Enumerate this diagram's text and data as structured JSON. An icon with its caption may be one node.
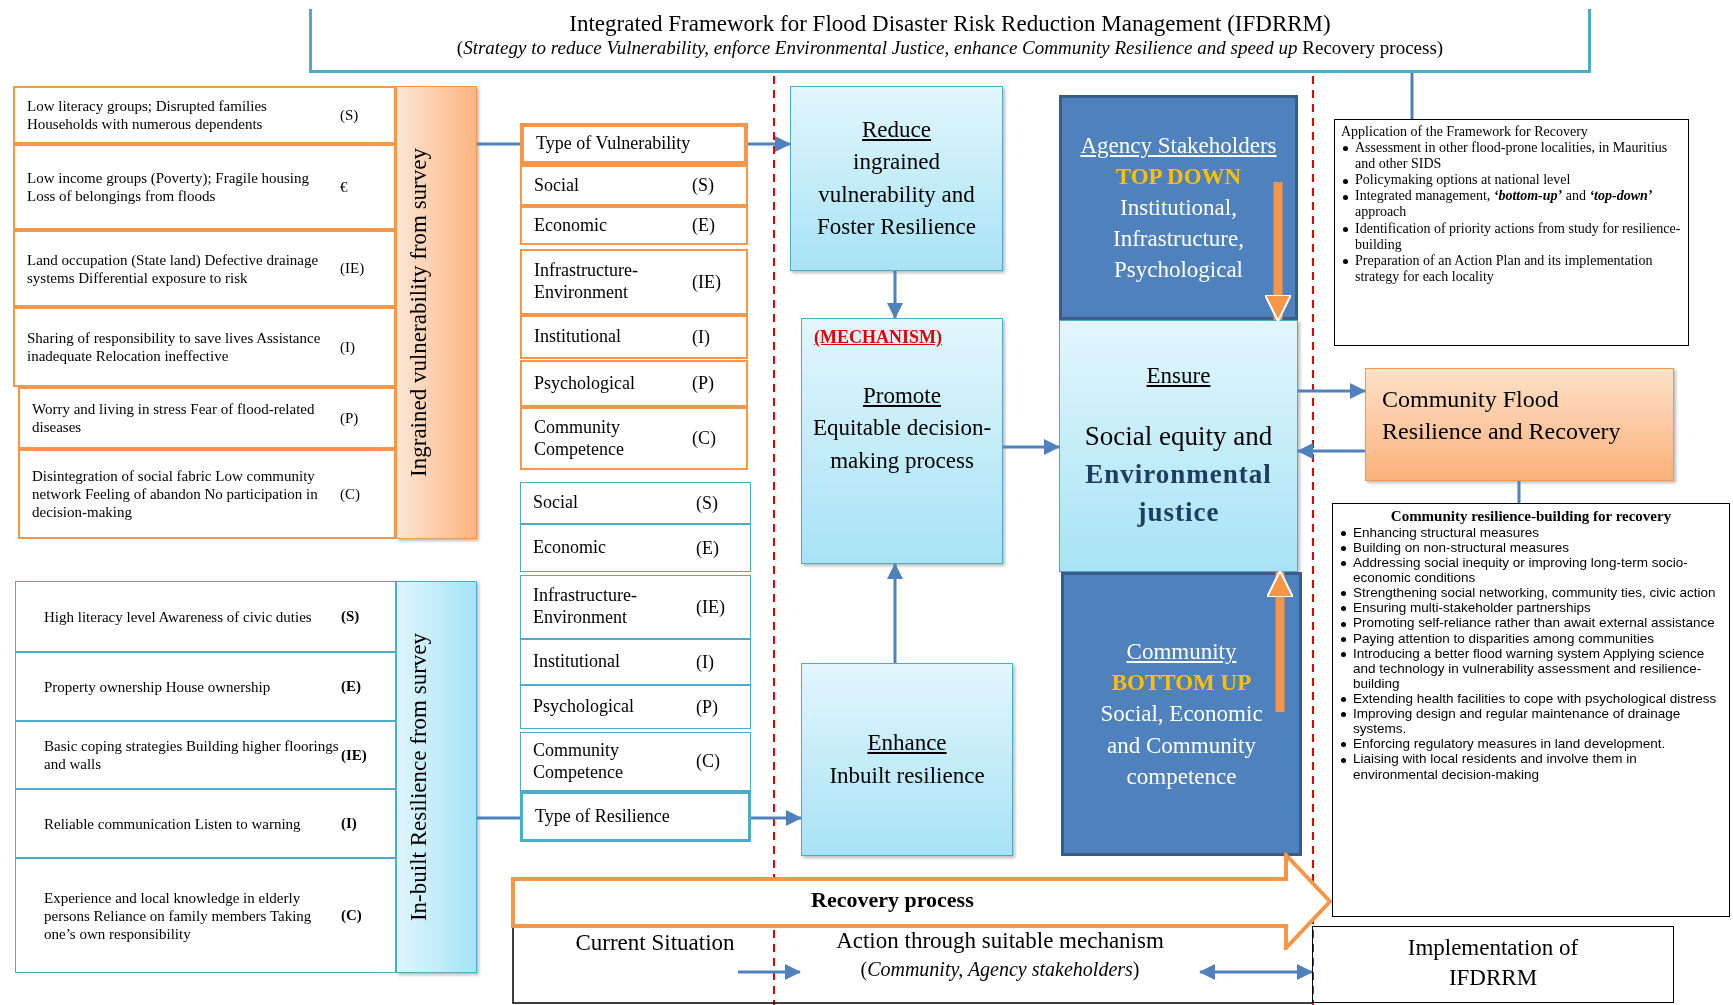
{
  "diagram": {
    "nodes": [
      {
        "text": [
          "Integrated Framework for Flood Disaster Risk Reduction Management (IFDRRM)",
          "(*Strategy to reduce Vulnerability, enforce Environmental Justice, enhance Community Resilience and speed up* Recovery process)"
        ]
      },
      {
        "text": [
          "Low literacy groups; Disrupted families Households with numerous dependents",
          "(S)"
        ]
      },
      {
        "text": [
          "Low income groups (Poverty); Fragile housing Loss of belongings from floods",
          "€"
        ]
      },
      {
        "text": [
          "Land occupation (State land) Defective drainage systems Differential exposure to risk",
          "(IE)"
        ]
      },
      {
        "text": [
          "Sharing of responsibility to save lives Assistance inadequate Relocation ineffective",
          "(I)"
        ]
      },
      {
        "text": [
          "Worry and living in stress Fear of flood-related diseases",
          "(P)"
        ]
      },
      {
        "text": [
          "Disintegration of social fabric Low community network Feeling of abandon No participation in decision-making",
          "(C)"
        ]
      },
      {
        "text": [
          "Ingrained vulnerability from survey"
        ]
      },
      {
        "text": [
          "Type of Vulnerability"
        ]
      },
      {
        "text": [
          "Social",
          "(S)"
        ]
      },
      {
        "text": [
          "Economic",
          "(E)"
        ]
      },
      {
        "text": [
          "Infrastructure- Environment",
          "(IE)"
        ]
      },
      {
        "text": [
          "Institutional",
          "(I)"
        ]
      },
      {
        "text": [
          "Psychological",
          "(P)"
        ]
      },
      {
        "text": [
          "Community Competence",
          "(C)"
        ]
      },
      {
        "text": [
          "Social",
          "(S)"
        ]
      },
      {
        "text": [
          "Economic",
          "(E)"
        ]
      },
      {
        "text": [
          "Infrastructure- Environment",
          "(IE)"
        ]
      },
      {
        "text": [
          "Institutional",
          "(I)"
        ]
      },
      {
        "text": [
          "Psychological",
          "(P)"
        ]
      },
      {
        "text": [
          "Community Competence",
          "(C)"
        ]
      },
      {
        "text": [
          "Type of Resilience"
        ]
      },
      {
        "text": [
          "High literacy level Awareness of civic duties",
          "(S)"
        ]
      },
      {
        "text": [
          "Property ownership House ownership",
          "(E)"
        ]
      },
      {
        "text": [
          "Basic coping strategies Building higher floorings and walls",
          "(IE)"
        ]
      },
      {
        "text": [
          "Reliable communication Listen to warning",
          "(I)"
        ]
      },
      {
        "text": [
          "Experience and local knowledge in elderly persons Reliance on family members Taking one’s own responsibility",
          "(C)"
        ]
      },
      {
        "text": [
          "In-built Resilience from survey"
        ]
      },
      {
        "text": [
          "Reduce",
          "ingrained vulnerability and Foster Resilience"
        ]
      },
      {
        "text": [
          "(MECHANISM)",
          "Promote",
          "Equitable decision-making process"
        ]
      },
      {
        "text": [
          "Enhance",
          "Inbuilt resilience"
        ]
      },
      {
        "text": [
          "Agency Stakeholders",
          "TOP DOWN",
          "Institutional, Infrastructure, Psychological"
        ]
      },
      {
        "text": [
          "Ensure",
          "Social equity and",
          "Environmental justice"
        ]
      },
      {
        "text": [
          "Community",
          "BOTTOM UP",
          "Social, Economic and Community competence"
        ]
      },
      {
        "text": [
          "Application of the Framework for Recovery",
          "Assessment in other flood-prone localities, in Mauritius and other SIDS",
          "Policymaking options at national level",
          "Integrated management, **‘bottom-up’** and **‘top-down’** approach",
          "Identification of priority actions from study for resilience-building",
          "Preparation of an Action Plan and its implementation strategy for each locality"
        ]
      },
      {
        "text": [
          "Community Flood Resilience and Recovery"
        ]
      },
      {
        "text": [
          "Community resilience-building for recovery",
          "Enhancing structural measures",
          "Building on non-structural measures",
          "Addressing social inequity or improving long-term socio-economic conditions",
          "Strengthening social networking, community ties, civic action",
          "Ensuring multi-stakeholder partnerships",
          "Promoting self-reliance rather than await external assistance",
          "Paying attention to disparities among communities",
          "Introducing a better flood warning system Applying science and technology in vulnerability assessment and resilience- building",
          "Extending health facilities to cope with psychological distress",
          "Improving design and regular maintenance of drainage systems.",
          "Enforcing regulatory measures in land development.",
          "Liaising with local residents and involve them in environmental decision-making"
        ]
      },
      {
        "text": [
          "Recovery process"
        ]
      },
      {
        "text": [
          "Current Situation"
        ]
      },
      {
        "text": [
          "Action through suitable mechanism",
          "(*Community, Agency stakeholders*)"
        ]
      },
      {
        "text": [
          "Implementation of IFDRRM"
        ]
      }
    ],
    "edges": [
      {
        "from": 0,
        "to": 34,
        "arrow": "none"
      },
      {
        "from": 7,
        "to": 8,
        "arrow": "none"
      },
      {
        "from": 8,
        "to": 28,
        "arrow": "to"
      },
      {
        "from": 27,
        "to": 21,
        "arrow": "none"
      },
      {
        "from": 21,
        "to": 30,
        "arrow": "to"
      },
      {
        "from": 28,
        "to": 29,
        "arrow": "to"
      },
      {
        "from": 30,
        "to": 29,
        "arrow": "to"
      },
      {
        "from": 29,
        "to": 32,
        "arrow": "to"
      },
      {
        "from": 32,
        "to": 35,
        "arrow": "to"
      },
      {
        "from": 35,
        "to": 32,
        "arrow": "to"
      },
      {
        "from": 35,
        "to": 36,
        "arrow": "none"
      },
      {
        "from": 31,
        "to": 32,
        "arrow": "to",
        "style": "thick",
        "color": "#f79646"
      },
      {
        "from": 33,
        "to": 32,
        "arrow": "to",
        "style": "thick",
        "color": "#f79646"
      },
      {
        "from": 38,
        "to": 39,
        "arrow": "to"
      },
      {
        "from": 39,
        "to": 40,
        "arrow": "both"
      }
    ]
  }
}
